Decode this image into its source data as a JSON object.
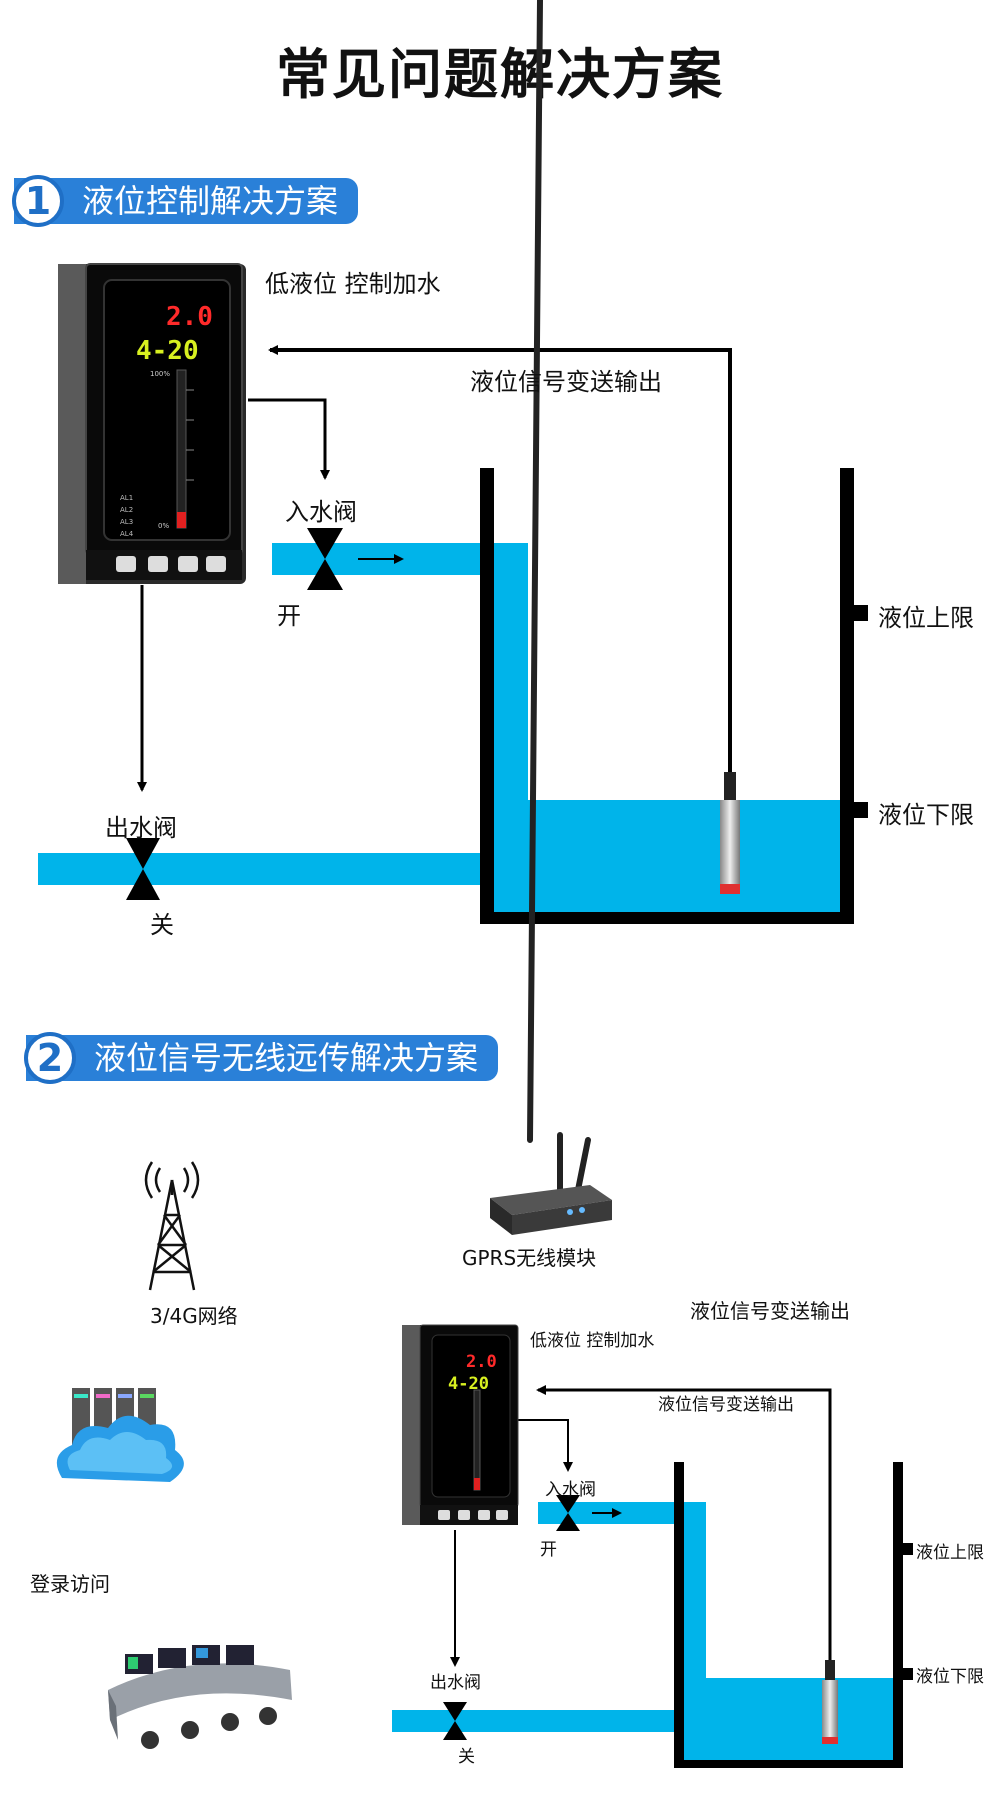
{
  "page_title": "常见问题解决方案",
  "section1": {
    "number": "1",
    "title": "液位控制解决方案",
    "controller_note": "低液位 控制加水",
    "signal_label": "液位信号变送输出",
    "inlet_valve_label": "入水阀",
    "inlet_valve_state": "开",
    "outlet_valve_label": "出水阀",
    "outlet_valve_state": "关",
    "upper_limit_label": "液位上限",
    "lower_limit_label": "液位下限",
    "controller_pv": "2.0",
    "controller_sv": "4-20",
    "controller_bar_top": "100%",
    "controller_bar_bottom": "0%",
    "controller_alarms": [
      "AL1",
      "AL2",
      "AL3",
      "AL4"
    ]
  },
  "section2": {
    "number": "2",
    "title": "液位信号无线远传解决方案",
    "tower_label": "3/4G网络",
    "gprs_label": "GPRS无线模块",
    "signal_label_top": "液位信号变送输出",
    "login_label": "登录访问",
    "controller_note": "低液位 控制加水",
    "signal_label": "液位信号变送输出",
    "inlet_valve_label": "入水阀",
    "inlet_valve_state": "开",
    "outlet_valve_label": "出水阀",
    "outlet_valve_state": "关",
    "upper_limit_label": "液位上限",
    "lower_limit_label": "液位下限",
    "controller_pv": "2.0",
    "controller_sv": "4-20"
  },
  "colors": {
    "water": "#00b4ea",
    "accent": "#2a80d8",
    "line": "#000000"
  }
}
